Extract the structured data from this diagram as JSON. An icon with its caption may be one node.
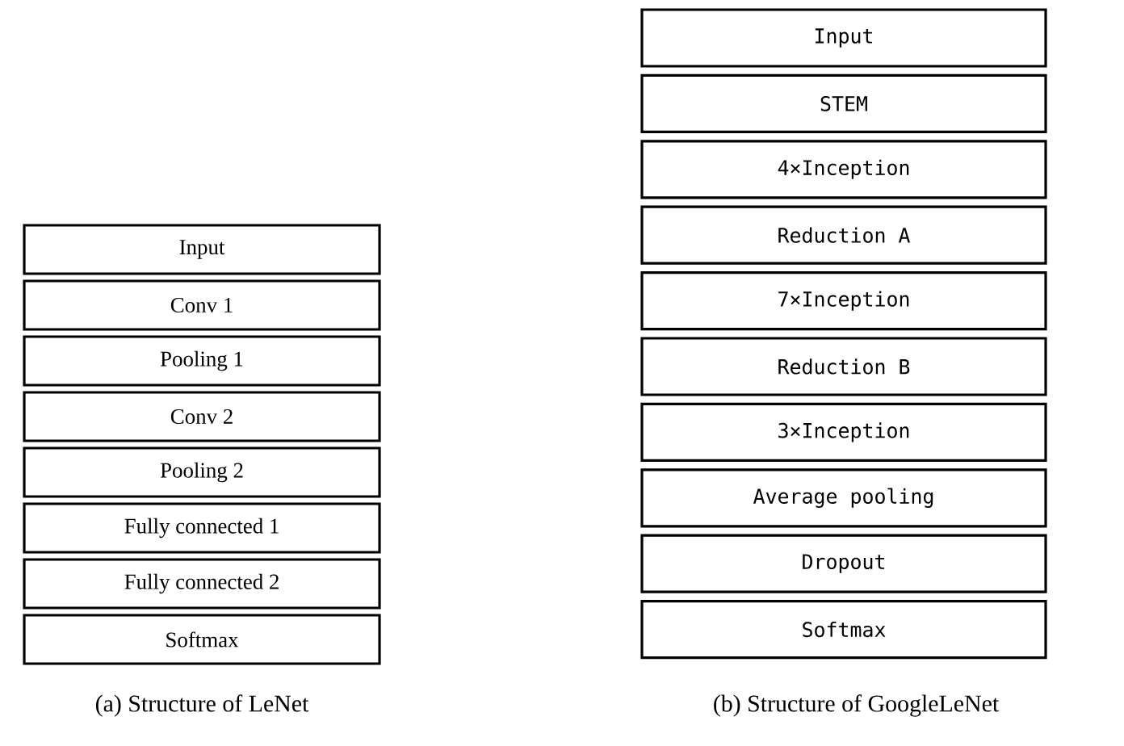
{
  "diagram": {
    "nodes": [
      {
        "text": [
          "Input"
        ]
      },
      {
        "text": [
          "Conv 1"
        ]
      },
      {
        "text": [
          "Pooling 1"
        ]
      },
      {
        "text": [
          "Conv 2"
        ]
      },
      {
        "text": [
          "Pooling 2"
        ]
      },
      {
        "text": [
          "Fully connected 1"
        ]
      },
      {
        "text": [
          "Fully connected 2"
        ]
      },
      {
        "text": [
          "Softmax"
        ]
      },
      {
        "text": [
          "Input"
        ]
      },
      {
        "text": [
          "STEM"
        ]
      },
      {
        "text": [
          "4×Inception"
        ]
      },
      {
        "text": [
          "Reduction A"
        ]
      },
      {
        "text": [
          "7×Inception"
        ]
      },
      {
        "text": [
          "Reduction B"
        ]
      },
      {
        "text": [
          "3×Inception"
        ]
      },
      {
        "text": [
          "Average pooling"
        ]
      },
      {
        "text": [
          "Dropout"
        ]
      },
      {
        "text": [
          "Softmax"
        ]
      }
    ],
    "labels": [
      "(a) Structure of LeNet",
      "(b) Structure of GoogleLeNet"
    ]
  }
}
